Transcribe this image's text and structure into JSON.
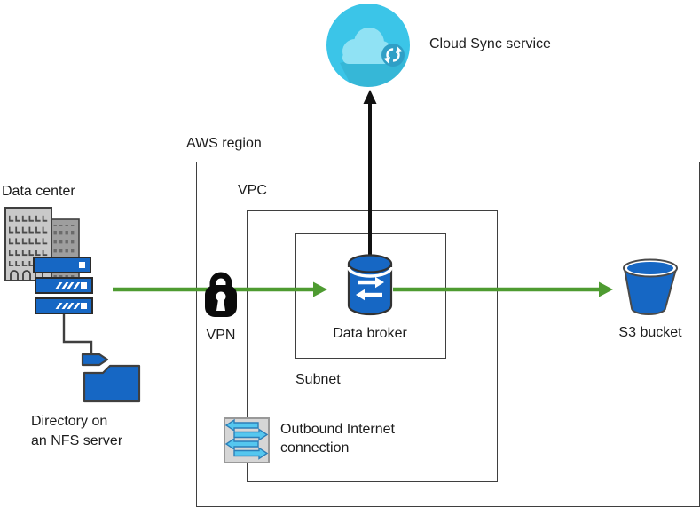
{
  "diagram": {
    "containers": {
      "aws_region": {
        "label": "AWS region"
      },
      "vpc": {
        "label": "VPC"
      },
      "subnet": {
        "label": "Subnet"
      }
    },
    "nodes": {
      "cloud_sync": {
        "label": "Cloud Sync service",
        "icon": "cloud-sync-icon"
      },
      "data_center": {
        "label": "Data center",
        "icon": "buildings-and-servers-icon"
      },
      "nfs_directory": {
        "label_line1": "Directory on",
        "label_line2": "an NFS server",
        "icon": "folder-icon"
      },
      "vpn": {
        "label": "VPN",
        "icon": "lock-icon"
      },
      "data_broker": {
        "label": "Data broker",
        "icon": "database-sync-icon"
      },
      "s3_bucket": {
        "label": "S3 bucket",
        "icon": "bucket-icon"
      },
      "outbound_internet": {
        "label_line1": "Outbound Internet",
        "label_line2": "connection",
        "icon": "network-arrows-icon"
      }
    },
    "edges": [
      {
        "from": "data_center",
        "to": "data_broker",
        "via": "vpn",
        "style": "green-arrow"
      },
      {
        "from": "data_broker",
        "to": "s3_bucket",
        "style": "green-arrow"
      },
      {
        "from": "data_broker",
        "to": "cloud_sync",
        "style": "black-arrow"
      },
      {
        "from": "data_center",
        "to": "nfs_directory",
        "style": "elbow-connector"
      }
    ],
    "colors": {
      "node_blue": "#1667c4",
      "arrow_green": "#4e9b31",
      "cloud_cyan": "#3bc5e8",
      "cloud_light": "#90e2f4",
      "sync_badge": "#2f9fc6",
      "outline_dark": "#3f3f3f",
      "building_front": "#c9c9c9",
      "building_back": "#9e9e9e",
      "icon_gray_bg": "#d6d6d6",
      "outbound_arrow": "#55c7ef",
      "lock_black": "#0b0b0b",
      "label_text": "#1c1c1c"
    }
  }
}
